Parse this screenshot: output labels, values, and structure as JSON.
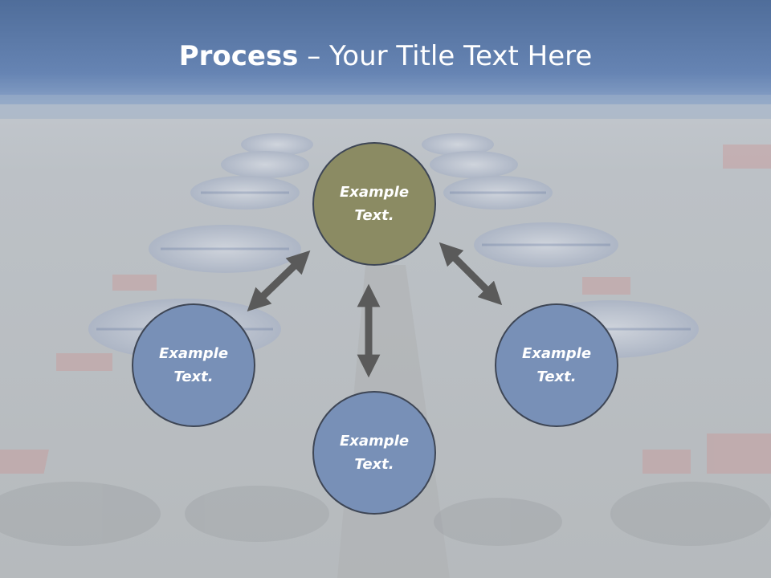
{
  "slide": {
    "title_bold": "Process",
    "title_rest": " – Your Title Text Here"
  },
  "nodes": [
    {
      "id": "top",
      "line1": "Example",
      "line2": "Text.",
      "color": "#8b8b63"
    },
    {
      "id": "left",
      "line1": "Example",
      "line2": "Text.",
      "color": "#7890b7"
    },
    {
      "id": "right",
      "line1": "Example",
      "line2": "Text.",
      "color": "#7890b7"
    },
    {
      "id": "bottom",
      "line1": "Example",
      "line2": "Text.",
      "color": "#7890b7"
    }
  ],
  "colors": {
    "header": "#5b7aa8",
    "sand": "#bfc3c7",
    "arrow": "#5a5a5a",
    "circle_border": "#3e4655"
  }
}
